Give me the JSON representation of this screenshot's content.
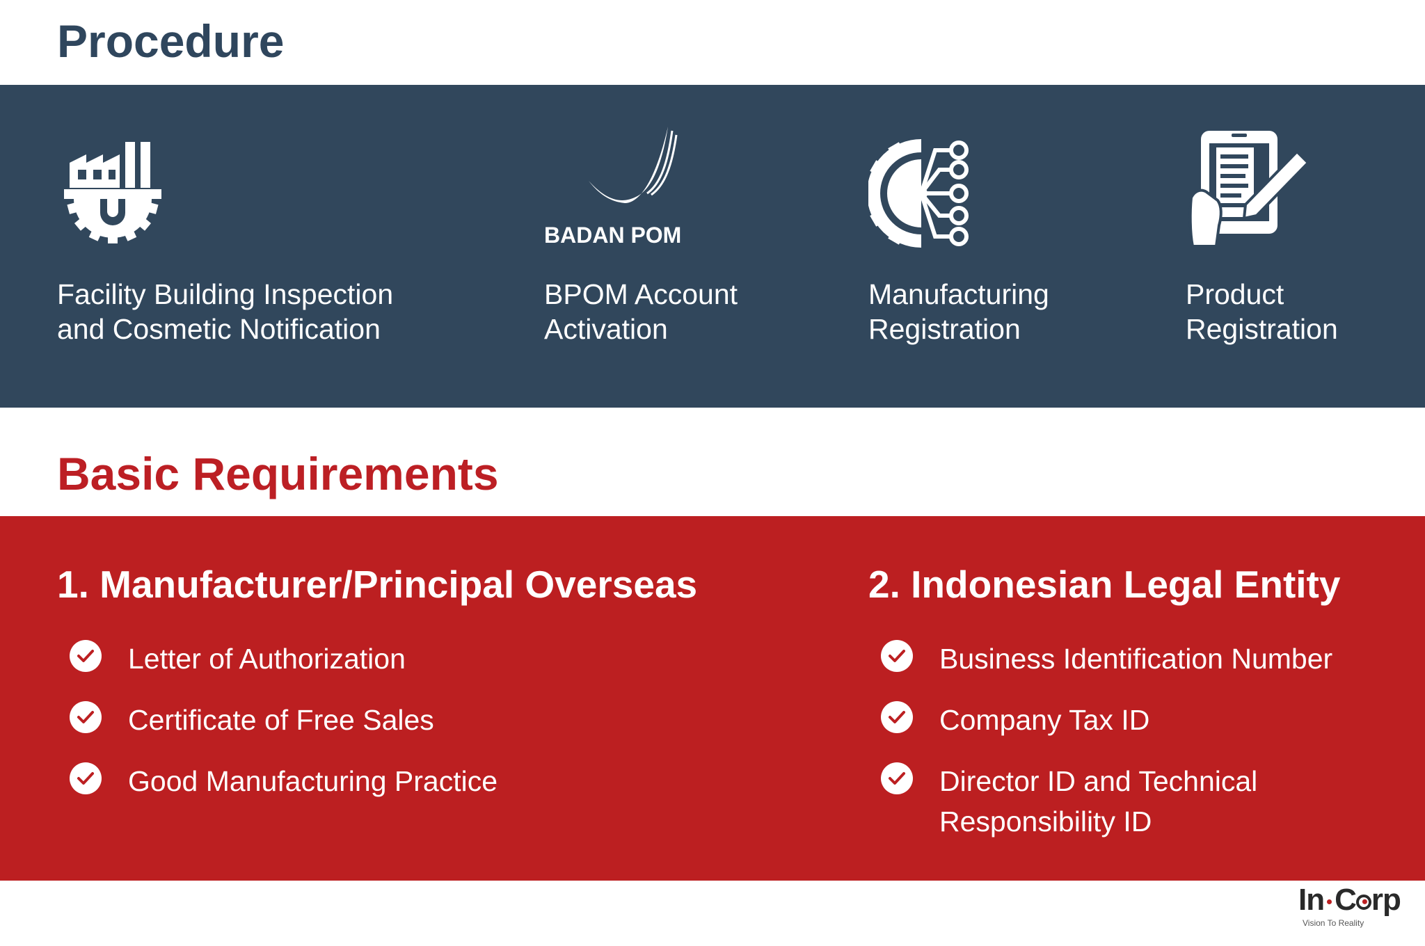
{
  "procedure": {
    "title": "Procedure",
    "steps": [
      {
        "label_line1": "Facility Building Inspection",
        "label_line2": "and Cosmetic Notification",
        "icon": "factory-gear-icon"
      },
      {
        "label_line1": "BPOM Account",
        "label_line2": "Activation",
        "icon": "badan-pom-logo",
        "logo_text": "BADAN POM"
      },
      {
        "label_line1": "Manufacturing",
        "label_line2": "Registration",
        "icon": "gear-network-icon"
      },
      {
        "label_line1": "Product",
        "label_line2": "Registration",
        "icon": "tablet-document-pen-icon"
      }
    ]
  },
  "requirements": {
    "title": "Basic Requirements",
    "columns": [
      {
        "heading": "1. Manufacturer/Principal Overseas",
        "items": [
          "Letter of Authorization",
          "Certificate of Free Sales",
          "Good Manufacturing Practice"
        ]
      },
      {
        "heading": "2. Indonesian Legal Entity",
        "items": [
          "Business Identification Number",
          "Company Tax ID",
          "Director ID and Technical",
          "Responsibility ID"
        ]
      }
    ]
  },
  "brand": {
    "logo_prefix": "In",
    "logo_suffix": "C",
    "logo_end": "rp",
    "tagline": "Vision To Reality"
  },
  "colors": {
    "navy": "#31475c",
    "red": "#bc1f21",
    "title_navy": "#2f465d",
    "title_red": "#bc1f24"
  }
}
